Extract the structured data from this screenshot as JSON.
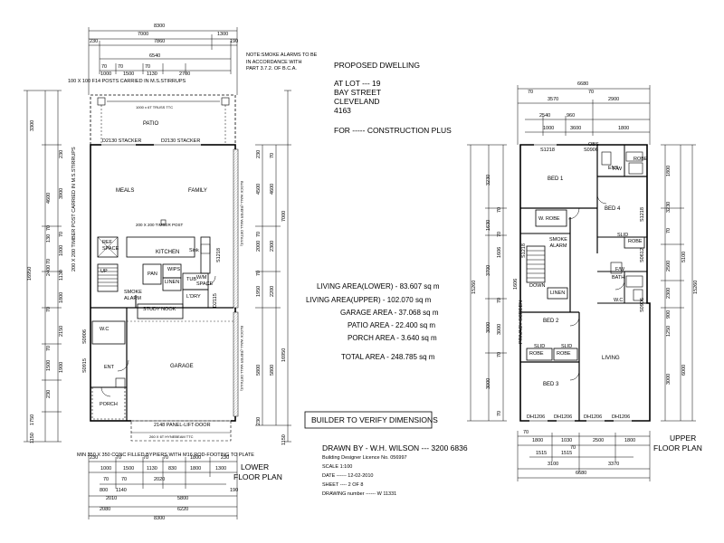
{
  "lower_plan": {
    "title_line1": "LOWER",
    "title_line2": "FLOOR PLAN",
    "rooms": [
      "PATIO",
      "MEALS",
      "FAMILY",
      "KITCHEN",
      "SMOKE\nALARM",
      "STUDY NOOK",
      "L'DRY",
      "LINEN",
      "W.C",
      "ENT",
      "PORCH",
      "GARAGE",
      "UP",
      "REF\nSPACE",
      "PAN",
      "WIPS",
      "TUB",
      "W/M\nSPACE",
      "Sink"
    ],
    "openings": [
      "D2130 STACKER",
      "D2130 STACKER",
      "2148 PANEL-LIFT-DOOR",
      "S1218",
      "D2115",
      "S0906",
      "S0915",
      "200 X 200 TIMBER POST",
      "1000 x 6T TRUSS TTC",
      "260 X 6T HYNEBEAM TTC"
    ],
    "notes": {
      "posts": "100 X 100 F14 POSTS CARRIED IN M.S.STIRRUPS",
      "smoke": "NOTE:SMOKE ALARMS TO BE\nIN ACCORDANCE WITH\nPART 3.7.2. OF B.C.A.",
      "timber": "200 X 200 TIMBER POST CARRIED IN M.S.STIRRUPS",
      "piers": "MIN 350 X 350 CONC FILLED BYPIERS WITH M16 ROD-FOOTING TO PLATE",
      "block": "BLOCK WALL (REFER WALL DETAILS)"
    },
    "dims_top": [
      "8300",
      "7000",
      "1300",
      "230",
      "7860",
      "190",
      "6540",
      "70",
      "70",
      "70",
      "1000",
      "1500",
      "1130",
      "2700"
    ],
    "dims_bottom": [
      "230",
      "70",
      "70",
      "70",
      "1800",
      "230",
      "1000",
      "1500",
      "1130",
      "830",
      "1800",
      "1300",
      "70",
      "2020",
      "70",
      "800",
      "1140",
      "2010",
      "5800",
      "190",
      "2080",
      "6220",
      "8300"
    ],
    "dims_left": [
      "3300",
      "4600",
      "3900",
      "130",
      "70",
      "1000",
      "1130",
      "2400",
      "1800",
      "2150",
      "1900",
      "1500",
      "1750",
      "1150",
      "16950",
      "230",
      "70",
      "70",
      "70",
      "70",
      "230"
    ],
    "dims_right": [
      "4500",
      "4600",
      "7000",
      "2000",
      "2300",
      "1950",
      "2200",
      "5800",
      "5800",
      "230",
      "70",
      "70",
      "70",
      "230",
      "1150",
      "16950"
    ]
  },
  "upper_plan": {
    "title_line1": "UPPER",
    "title_line2": "FLOOR PLAN",
    "rooms": [
      "BED 1",
      "BED 4",
      "ENS",
      "W. ROBE",
      "SMOKE\nALARM",
      "LINEN",
      "BATH",
      "W.C",
      "BED 2",
      "ROBE",
      "ROBE",
      "LIVING",
      "BED 3",
      "ROBE",
      "SLID",
      "SLID",
      "SLID",
      "DOWN",
      "PRIVACY SCREEN",
      "F/W",
      "F/W",
      "ROBE"
    ],
    "openings": [
      "S1218",
      "S0906",
      "S1218",
      "S1218",
      "S0612",
      "S0906",
      "DH1206",
      "DH1206",
      "DH1206",
      "DH1206",
      "OBS"
    ],
    "dims_top": [
      "6680",
      "70",
      "3570",
      "70",
      "2900",
      "2540",
      "960",
      "1000",
      "3600",
      "1800"
    ],
    "dims_bottom": [
      "70",
      "1800",
      "1030",
      "2500",
      "1800",
      "70",
      "1515",
      "1515",
      "3100",
      "3370",
      "6680"
    ],
    "dims_left": [
      "3230",
      "1630",
      "3700",
      "1606",
      "1606",
      "3000",
      "3000",
      "3000",
      "70",
      "70",
      "70",
      "70",
      "70",
      "15260"
    ],
    "dims_right": [
      "1800",
      "3230",
      "70",
      "5100",
      "2500",
      "2300",
      "900",
      "1250",
      "3000",
      "6000",
      "15260"
    ]
  },
  "project": {
    "line1": "PROPOSED  DWELLING",
    "line2": "AT LOT --- 19",
    "line3": "BAY STREET",
    "line4": "CLEVELAND",
    "line5": "4163",
    "line6": "FOR -----  CONSTRUCTION PLUS"
  },
  "areas": [
    "LIVING AREA(LOWER) - 83.607 sq m",
    "LIVING AREA(UPPER) - 102.070 sq m",
    "GARAGE AREA - 37.068 sq m",
    "PATIO AREA - 22.400 sq m",
    "PORCH AREA - 3.640 sq m"
  ],
  "total_area": "TOTAL AREA  - 248.785 sq m",
  "verify": "BUILDER TO VERIFY DIMENSIONS",
  "drawn": {
    "drawn_by": "DRAWN BY   - W.H. WILSON --- 3200 6836",
    "licence": "Building Designer Licence No. 056997",
    "scale": "SCALE 1:100",
    "date": "DATE  ------  12-02-2010",
    "sheet": "SHEET ---- 2 OF 8",
    "drawing_number": "DRAWING number ------ W 11331"
  }
}
